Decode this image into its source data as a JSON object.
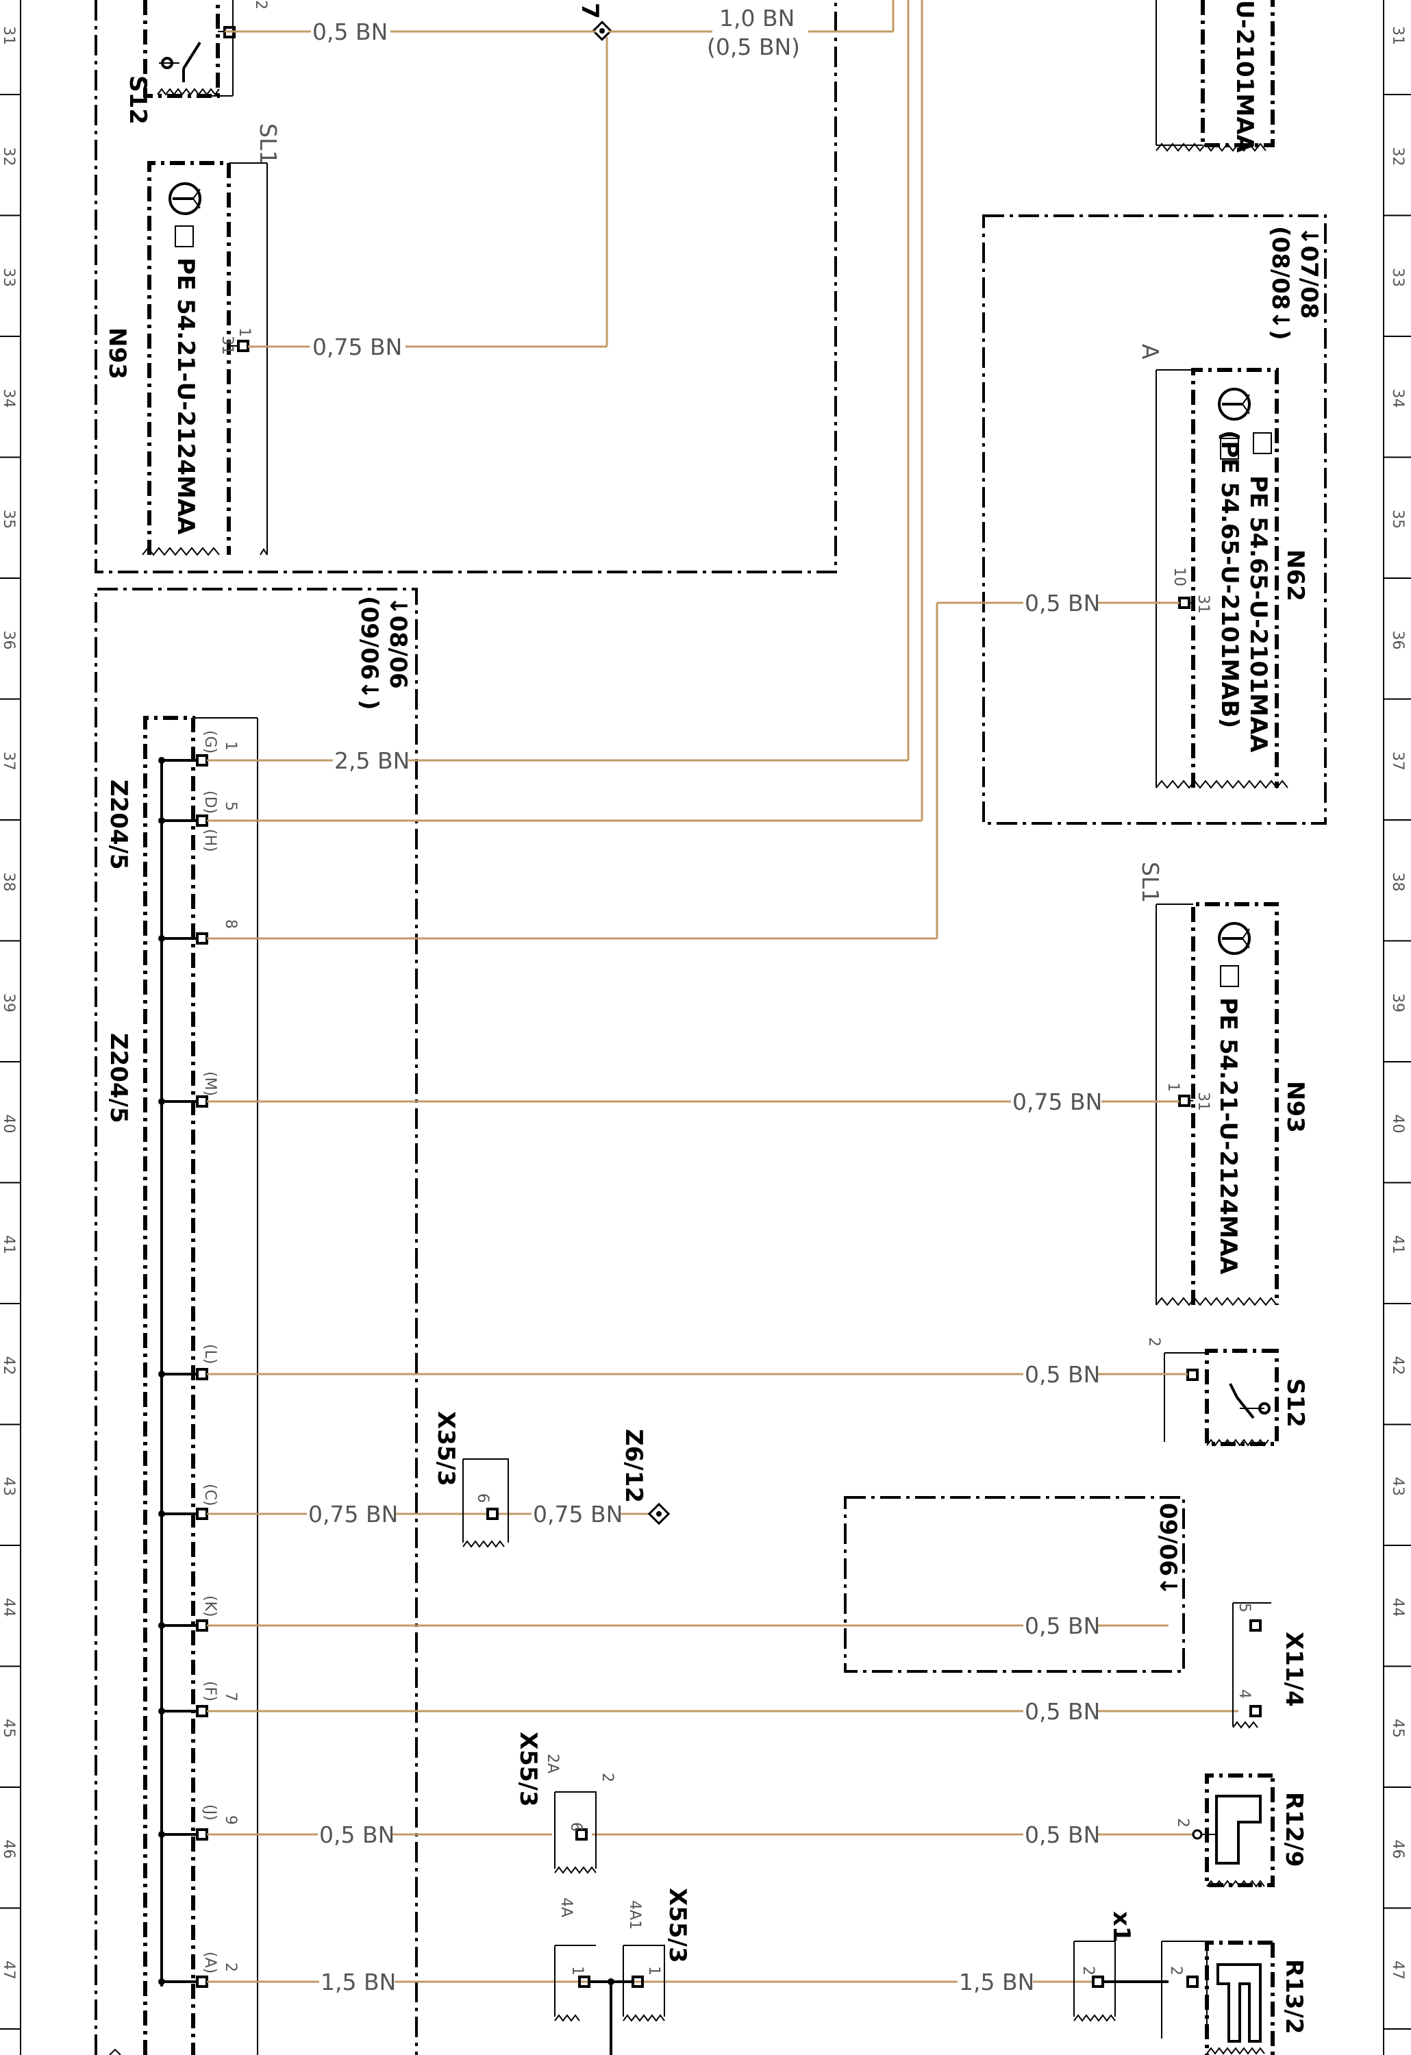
{
  "frame": {
    "rows": [
      "31",
      "32",
      "33",
      "34",
      "35",
      "36",
      "37",
      "38",
      "39",
      "40",
      "41",
      "42",
      "43",
      "44",
      "45",
      "46",
      "47"
    ]
  },
  "components": {
    "s12_top": "S12",
    "n93_top": "N93",
    "n93_top_ref": "PE 54.21-U-2124MAA",
    "n93_top_sl": "SL1",
    "top_right_ref": "U-2101MAA",
    "n62": "N62",
    "n62_ref1": "PE 54.65-U-2101MAA",
    "n62_ref2": "(PE 54.65-U-2101MAB)",
    "n62_conn": "A",
    "n93_right": "N93",
    "n93_right_ref": "PE 54.21-U-2124MAA",
    "n93_right_sl": "SL1",
    "z204_a": "Z204/5",
    "z204_b": "Z204/5",
    "s12_right": "S12",
    "x35": "X35/3",
    "z6": "Z6/12",
    "x11": "X11/4",
    "x55_left": "X55/3",
    "x55_right": "X55/3",
    "r12": "R12/9",
    "r13": "R13/2",
    "x1": "x1",
    "top_node_num": "7"
  },
  "notes": {
    "date_top": "↓07/08",
    "date_top2": "(08/08↓)",
    "date_left": "↓08/06",
    "date_left2": "(09/06↓)",
    "date_bottom": "09/06↓"
  },
  "wire_labels": {
    "s12_top": "0,5 BN",
    "top_a": "1,0 BN",
    "top_b": "(0,5 BN)",
    "n93_top": "0,75 BN",
    "n62": "0,5 BN",
    "g": "2,5 BN",
    "m": "0,75 BN",
    "l": "0,5 BN",
    "c": "0,75 BN",
    "c2": "0,75 BN",
    "k": "0,5 BN",
    "f": "0,5 BN",
    "j": "0,5 BN",
    "j2": "0,5 BN",
    "a": "1,5 BN",
    "a2": "1,5 BN"
  },
  "pins": {
    "s12_top": "2",
    "n93_top_1": "1",
    "n93_top_31": "31",
    "n62_10": "10",
    "n62_31": "31",
    "G": "(G)",
    "G_num": "1",
    "D": "(D)",
    "D_num": "5",
    "H": "(H)",
    "H_num": "8",
    "M": "(M)",
    "L": "(L)",
    "C": "(C)",
    "K": "(K)",
    "F": "(F)",
    "F_num": "7",
    "J": "(J)",
    "J_num": "9",
    "A": "(A)",
    "A_num": "2",
    "n93r_1": "1",
    "n93r_31": "31",
    "s12r_2": "2",
    "x35_6": "6",
    "x11_5": "5",
    "x11_4": "4",
    "x55l_2A": "2A",
    "x55l_2": "2",
    "x55l_6": "6",
    "r12_2": "2",
    "x55l_4A": "4A",
    "x55l_1": "1",
    "x55r_4A1": "4A1",
    "x55r_1": "1",
    "x1_2": "2",
    "r13_2": "2"
  }
}
